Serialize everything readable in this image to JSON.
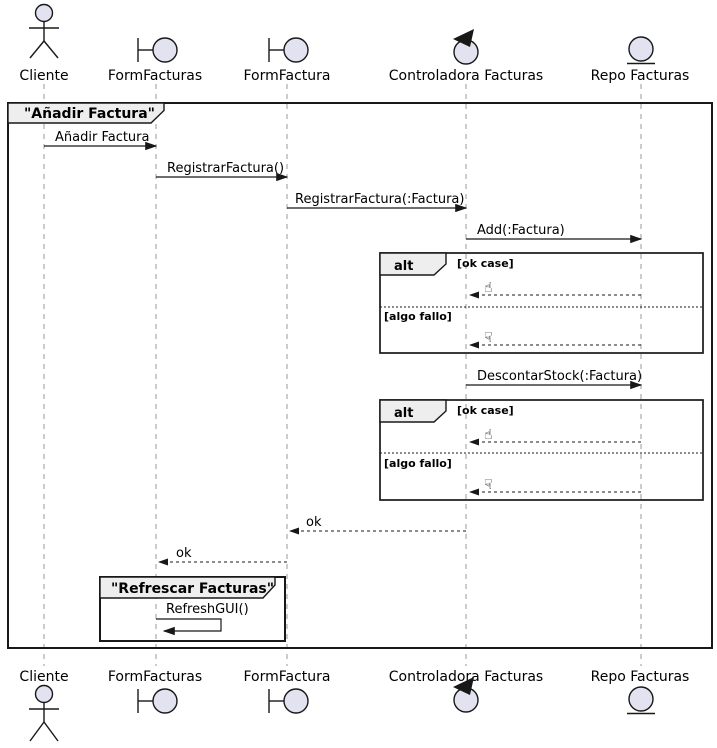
{
  "diagram_kind": "uml-sequence-diagram",
  "participants": [
    {
      "label": "Cliente",
      "kind": "actor"
    },
    {
      "label": "FormFacturas",
      "kind": "boundary"
    },
    {
      "label": "FormFactura",
      "kind": "boundary"
    },
    {
      "label": "Controladora Facturas",
      "kind": "control"
    },
    {
      "label": "Repo Facturas",
      "kind": "entity"
    }
  ],
  "frames": {
    "outer_title": "\"Añadir Factura\"",
    "inner_title": "\"Refrescar Facturas\"",
    "alt_operator": "alt",
    "guard_ok": "[ok case]",
    "guard_fail": "[algo fallo]"
  },
  "messages": {
    "anadir_factura": "Añadir Factura",
    "registrar_factura": "RegistrarFactura()",
    "registrar_factura_arg": "RegistrarFactura(:Factura)",
    "add_factura": "Add(:Factura)",
    "descontar_stock": "DescontarStock(:Factura)",
    "ok_to_formfactura": "ok",
    "ok_to_formfacturas": "ok",
    "refresh_gui": "RefreshGUI()"
  },
  "icons": {
    "thumb_up": "☝",
    "thumb_down": "☟"
  },
  "colors": {
    "participant_fill": "#E2E2F0",
    "stroke": "#181818",
    "lifeline": "#999999",
    "frame_label_fill": "#EEEEEE"
  }
}
